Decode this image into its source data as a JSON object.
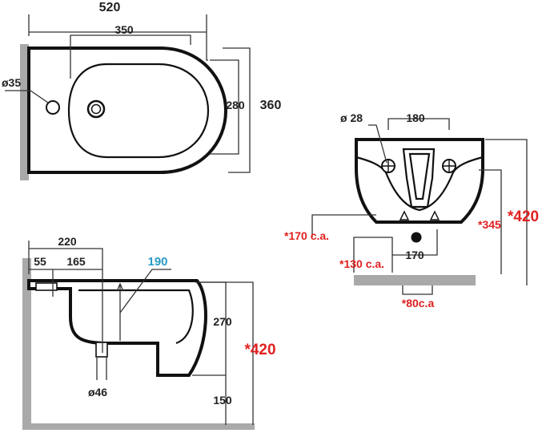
{
  "top_view": {
    "width": "520",
    "bowl_width": "350",
    "depth": "360",
    "bowl_depth": "280",
    "tap_hole": "ø35"
  },
  "side_view": {
    "length": "220",
    "offset_a": "55",
    "offset_b": "165",
    "water_level": "190",
    "bowl_height": "270",
    "floor_height": "150",
    "total_height": "*420",
    "outlet": "ø46"
  },
  "front_view": {
    "fixing_hole": "ø 28",
    "fixing_spacing": "180",
    "supply_height": "*170 c.a.",
    "drain_height": "*130 c.a.",
    "drain_spacing": "170",
    "drain_offset": "*80c.a",
    "rim_height": "*345",
    "total_height": "*420"
  },
  "colors": {
    "line": "#111111",
    "wall": "#a9a9a9",
    "highlight_red": "#e02020",
    "highlight_blue": "#2a9bc4"
  }
}
